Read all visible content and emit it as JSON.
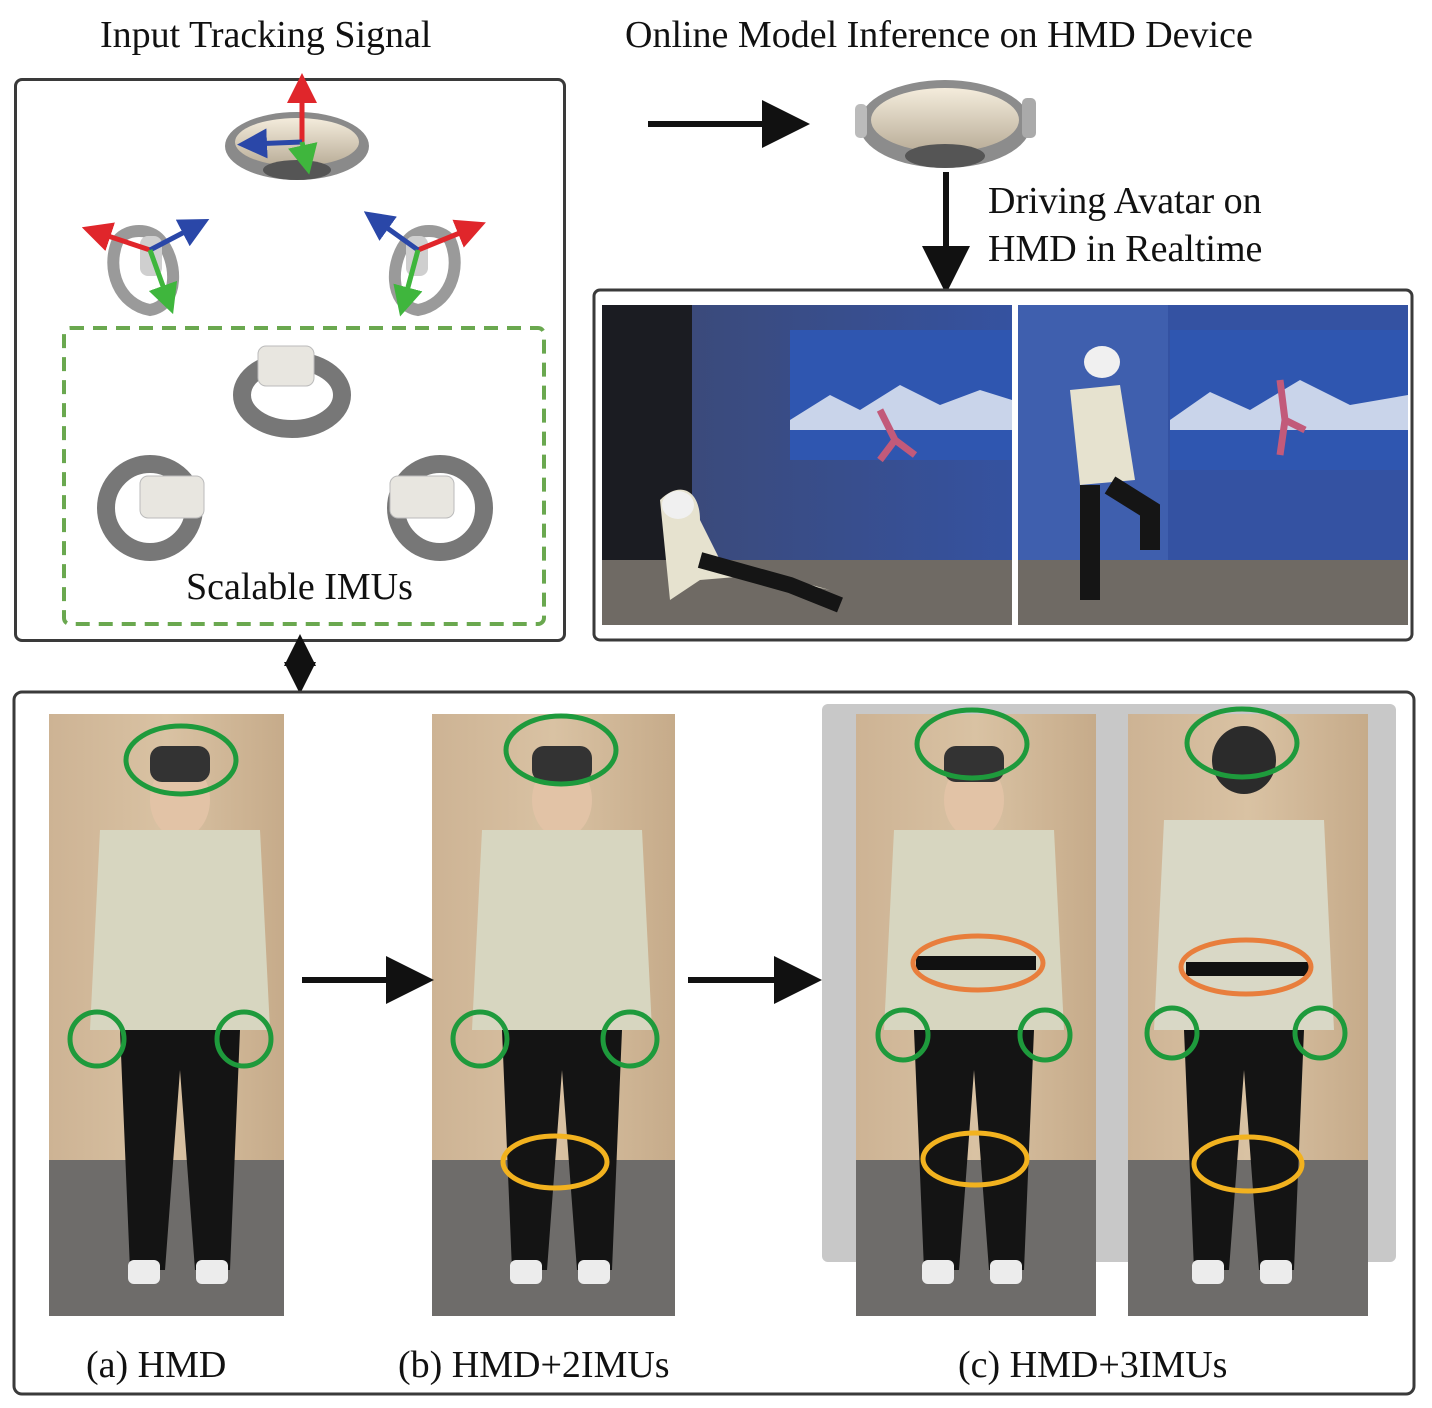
{
  "labels": {
    "input_title": "Input Tracking Signal",
    "online_title": "Online Model Inference on HMD Device",
    "driving_line1": "Driving Avatar on",
    "driving_line2": "HMD in Realtime",
    "scalable_imus": "Scalable IMUs",
    "caption_a": "(a) HMD",
    "caption_b": "(b) HMD+2IMUs",
    "caption_c": "(c) HMD+3IMUs"
  },
  "colors": {
    "frame": "#3a3a3a",
    "dashed_green": "#6aa84f",
    "hand_head_circle": "#1e9a3c",
    "waist_circle": "#e87e3c",
    "knee_circle": "#f2b21f",
    "axis_red": "#e0262b",
    "axis_green": "#3fb63d",
    "axis_blue": "#2a47a8",
    "highlight_panel": "#c8c8c8"
  },
  "icons": [
    "vr-headset-icon",
    "left-controller-icon",
    "right-controller-icon",
    "imu-band-icon",
    "arrow-icon"
  ]
}
